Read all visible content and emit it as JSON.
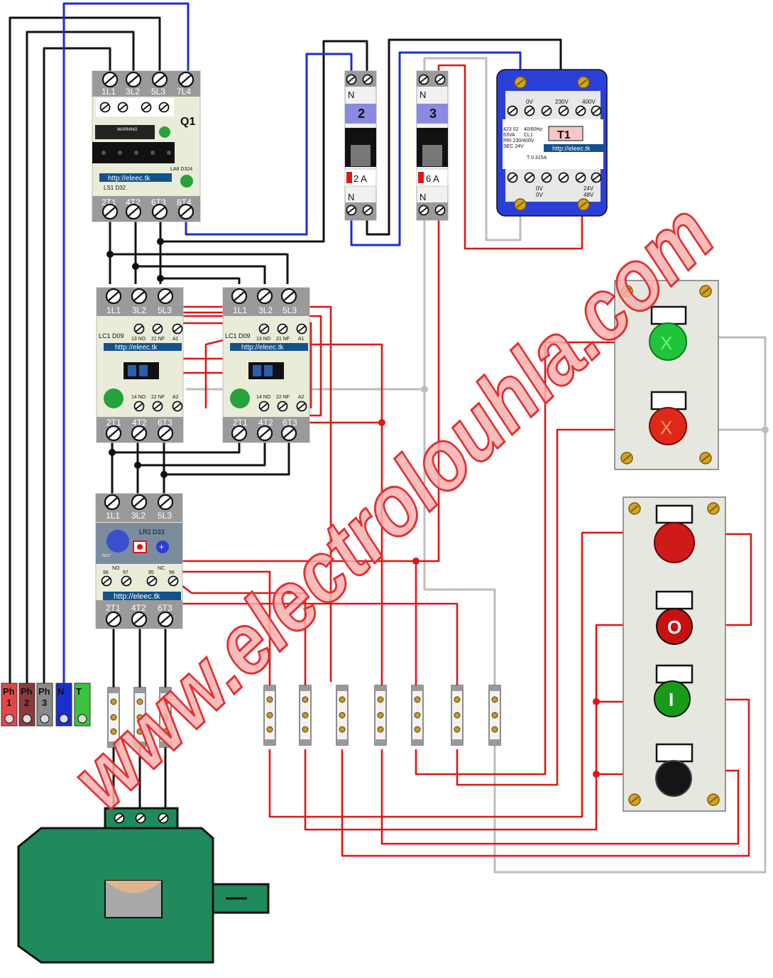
{
  "watermark": "www.electrolouhla.com",
  "colors": {
    "black_wire": "#111111",
    "blue_wire": "#1a2fd0",
    "red_wire": "#e01515",
    "grey_wire": "#bdbdbd",
    "watermark_fill": "#f7b0b0",
    "watermark_stroke": "#e03030",
    "motor": "#1f8a5c",
    "device_body": "#e9ecd8",
    "terminal_bar": "#9a9a9a"
  },
  "q1": {
    "name": "Q1",
    "top_terminals": [
      "1L1",
      "3L2",
      "5L3",
      "7L4"
    ],
    "warning": "WARNING",
    "model": "LA8 D324",
    "url": "http://eleec.tk",
    "model2": "LS1 D32",
    "bottom_terminals": [
      "2T1",
      "4T2",
      "6T3",
      "8T4"
    ]
  },
  "breaker2": {
    "id": "2",
    "top": "N",
    "rating": "2 A",
    "bottom": "N"
  },
  "breaker3": {
    "id": "3",
    "top": "N",
    "rating": "6 A",
    "bottom": "N"
  },
  "t1": {
    "name": "T1",
    "top_labels": [
      "0V",
      "230V",
      "400V"
    ],
    "spec_left": [
      "423 02",
      "63VA",
      "PRI 230/400V",
      "SEC 24V"
    ],
    "spec_right": [
      "40/60Hz",
      "CL1"
    ],
    "url": "http://eleec.tk",
    "fuse": "T 0.315A",
    "bottom_labels": [
      "0V",
      "0V",
      "24V",
      "48V"
    ]
  },
  "km1": {
    "top_terminals": [
      "1L1",
      "3L2",
      "5L3"
    ],
    "aux_top": [
      "13 NO",
      "21 NF",
      "A1"
    ],
    "model": "LC1 D09",
    "url": "http://eleec.tk",
    "aux_bottom": [
      "14 NO",
      "22 NF",
      "A2"
    ],
    "bottom_terminals": [
      "2T1",
      "4T2",
      "6T3"
    ]
  },
  "km2": {
    "top_terminals": [
      "1L1",
      "3L2",
      "5L3"
    ],
    "aux_top": [
      "13 NO",
      "21 NF",
      "A1"
    ],
    "model": "LC1 D09",
    "url": "http://eleec.tk",
    "aux_bottom": [
      "14 NO",
      "22 NF",
      "A2"
    ],
    "bottom_terminals": [
      "2T1",
      "4T2",
      "6T3"
    ]
  },
  "f1": {
    "top_terminals": [
      "1L1",
      "3L2",
      "5L3"
    ],
    "model": "LR2 D33",
    "test": "TEST",
    "aux": [
      "98",
      "97",
      "95",
      "96"
    ],
    "aux_labels": [
      "NO",
      "NC"
    ],
    "url": "http://eleec.tk",
    "bottom_terminals": [
      "2T1",
      "4T2",
      "6T3"
    ]
  },
  "supply": [
    {
      "label": "Ph",
      "num": "1",
      "color": "#e04848"
    },
    {
      "label": "Ph",
      "num": "2",
      "color": "#8a3a3a"
    },
    {
      "label": "Ph",
      "num": "3",
      "color": "#8a8a8a"
    },
    {
      "label": "N",
      "num": "",
      "color": "#1a2fd0"
    },
    {
      "label": "T",
      "num": "",
      "color": "#3cc23c"
    }
  ],
  "motor": {
    "terminals": [
      "U1",
      "V1",
      "W1"
    ]
  },
  "buttons": {
    "pilot_green": "X",
    "pilot_red": "X",
    "stop": "O",
    "start": "I"
  }
}
